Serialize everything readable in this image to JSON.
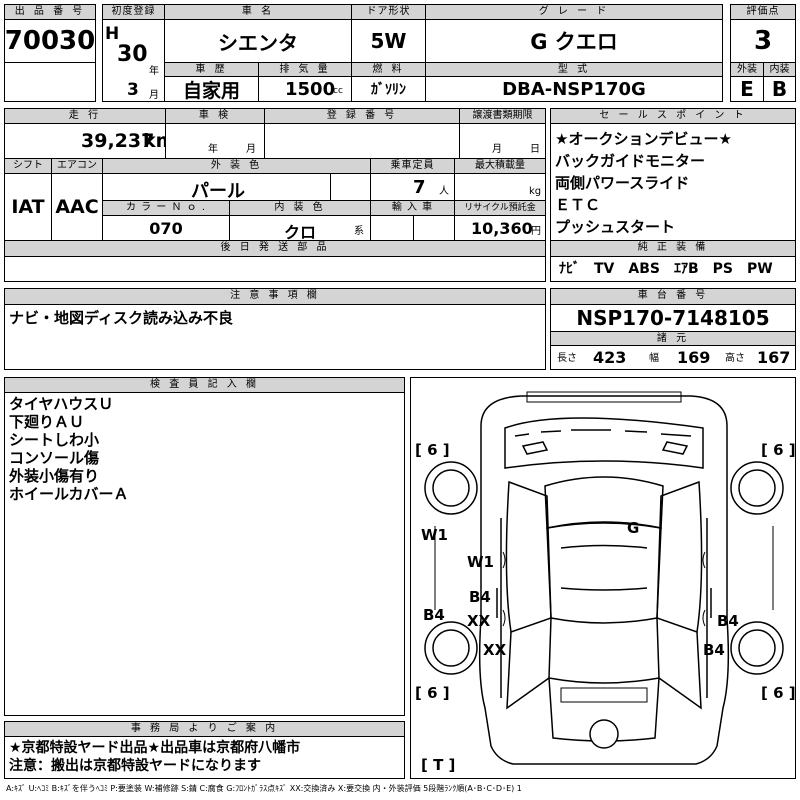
{
  "lot": {
    "label": "出 品 番 号",
    "value": "70030"
  },
  "first_reg": {
    "label": "初度登録",
    "era": "H",
    "year": "30",
    "year_unit": "年",
    "month": "3",
    "month_unit": "月"
  },
  "car_name": {
    "label": "車 名",
    "value": "シエンタ"
  },
  "doors": {
    "label": "ドア形状",
    "value": "5W"
  },
  "grade": {
    "label": "グ レ ー ド",
    "value": "G クエロ"
  },
  "score": {
    "label": "評価点",
    "value": "3"
  },
  "history": {
    "label": "車 歴",
    "value": "自家用"
  },
  "displacement": {
    "label": "排 気 量",
    "value": "1500",
    "unit": "cc"
  },
  "fuel": {
    "label": "燃 料",
    "value": "ｶﾞｿﾘﾝ"
  },
  "model": {
    "label": "型 式",
    "value": "DBA-NSP170G"
  },
  "ext_grade": {
    "label": "外装",
    "value": "E"
  },
  "int_grade": {
    "label": "内装",
    "value": "B"
  },
  "mileage": {
    "label": "走 行",
    "value": "39,237",
    "unit": "km"
  },
  "inspection": {
    "label": "車 検",
    "year_unit": "年",
    "month_unit": "月"
  },
  "reg_no": {
    "label": "登 録 番 号"
  },
  "transfer": {
    "label": "譲渡書類期限",
    "month_unit": "月",
    "day_unit": "日"
  },
  "shift": {
    "label": "シフト",
    "value": "IAT"
  },
  "ac": {
    "label": "エアコン",
    "value": "AAC"
  },
  "ext_color": {
    "label": "外 装 色",
    "value": "パール"
  },
  "capacity": {
    "label": "乗車定員",
    "value": "7",
    "unit": "人"
  },
  "max_load": {
    "label": "最大積載量",
    "unit": "kg"
  },
  "color_no": {
    "label": "カ ラ ー Ｎ ｏ .",
    "value": "070"
  },
  "int_color": {
    "label": "内 装 色",
    "value": "クロ",
    "unit": "系"
  },
  "import": {
    "label": "輸 入 車"
  },
  "recycle": {
    "label": "リサイクル預託金",
    "value": "10,360",
    "unit": "円"
  },
  "later_parts": {
    "label": "後 日 発 送 部 品"
  },
  "sales_points": {
    "label": "セ ー ル ス ポ イ ン ト",
    "items": [
      "★オークションデビュー★",
      "バックガイドモニター",
      "両側パワースライド",
      "ＥＴＣ",
      "プッシュスタート"
    ]
  },
  "equipment": {
    "label": "純 正 装 備",
    "value": "ﾅﾋﾞ　TV　ABS　ｴｱB　PS　PW"
  },
  "notes": {
    "label": "注 意 事 項 欄",
    "value": "ナビ・地図ディスク読み込み不良"
  },
  "chassis": {
    "label": "車 台 番 号",
    "value": "NSP170-7148105"
  },
  "dims": {
    "label": "諸 元",
    "length_label": "長さ",
    "length": "423",
    "width_label": "幅",
    "width": "169",
    "height_label": "高さ",
    "height": "167"
  },
  "inspector": {
    "label": "検 査 員 記 入 欄",
    "lines": [
      "タイヤハウスＵ",
      "下廻りＡＵ",
      "シートしわ小",
      "コンソール傷",
      "外装小傷有り",
      "ホイールカバーＡ"
    ]
  },
  "diagram": {
    "tire_fl": "[ 6 ]",
    "tire_fr": "[ 6 ]",
    "tire_rl": "[ 6 ]",
    "tire_rr": "[ 6 ]",
    "spare": "[ T ]",
    "windshield": "G",
    "w1_left": "W1",
    "w1_door": "W1",
    "b4_left": "B4",
    "b4_door": "B4",
    "xx_door": "XX",
    "xx_low": "XX",
    "b4_right_door": "B4",
    "b4_right": "B4"
  },
  "office": {
    "label": "事 務 局 よ り ご 案 内",
    "lines": [
      "★京都特設ヤード出品★出品車は京都府八幡市",
      "注意：搬出は京都特設ヤードになります"
    ]
  },
  "legend": "A:ｷｽﾞ U:ﾍｺﾐ B:ｷｽﾞを伴うﾍｺﾐ P:要塗装 W:補修跡 S:錆 C:腐食 G:ﾌﾛﾝﾄｶﾞﾗｽ点ｷｽﾞ XX:交換済み X:要交換 内・外装評価 5段階ﾗﾝｸ順(A･B･C･D･E) 1"
}
